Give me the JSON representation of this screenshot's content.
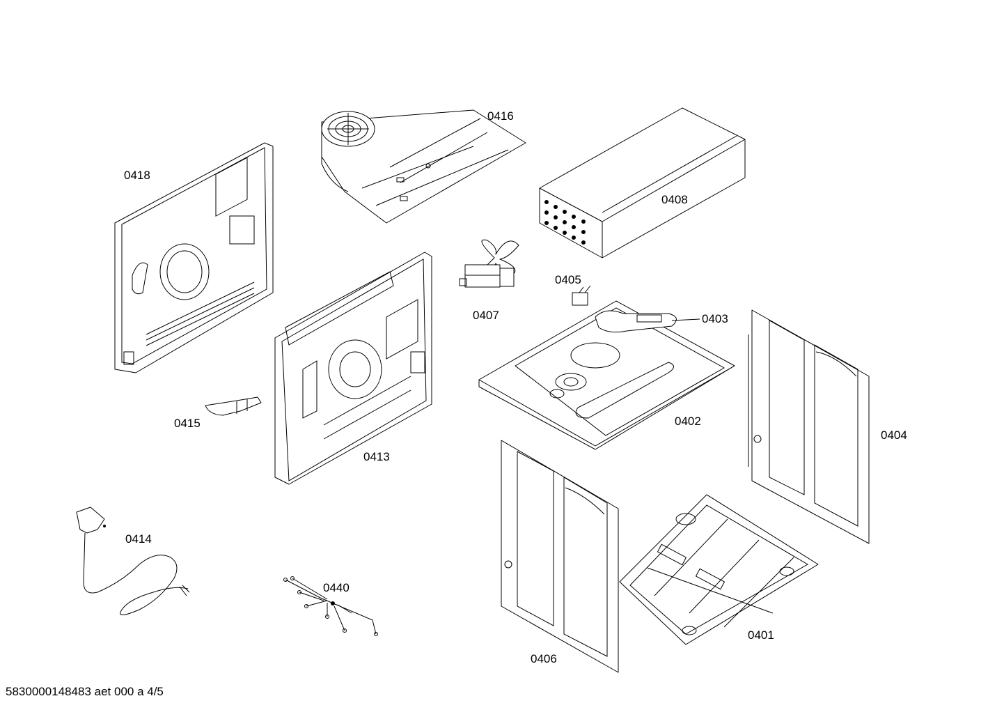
{
  "labels": {
    "p0416": "0416",
    "p0418": "0418",
    "p0408": "0408",
    "p0405": "0405",
    "p0407": "0407",
    "p0403": "0403",
    "p0413": "0413",
    "p0415": "0415",
    "p0402": "0402",
    "p0404": "0404",
    "p0414": "0414",
    "p0440": "0440",
    "p0401": "0401",
    "p0406": "0406"
  },
  "footer": "5830000148483 aet 000 a 4/5"
}
